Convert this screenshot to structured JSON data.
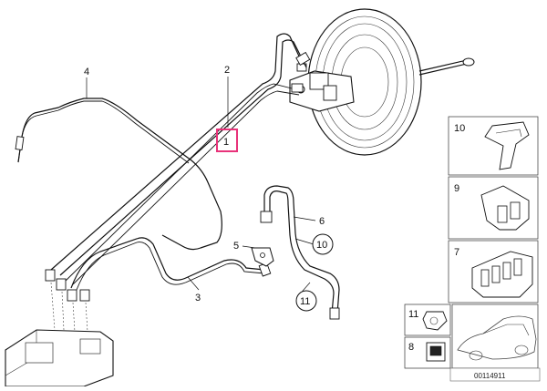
{
  "callouts": {
    "c1": "1",
    "c2": "2",
    "c3": "3",
    "c4": "4",
    "c5": "5",
    "c6": "6",
    "c7": "7",
    "c8": "8",
    "c9": "9",
    "c10": "10",
    "c10_circled": "10",
    "c11": "11",
    "c11_circled": "11"
  },
  "diagram_id": "00114911",
  "colors": {
    "highlight_box": "#e8337a",
    "line": "#111111"
  }
}
